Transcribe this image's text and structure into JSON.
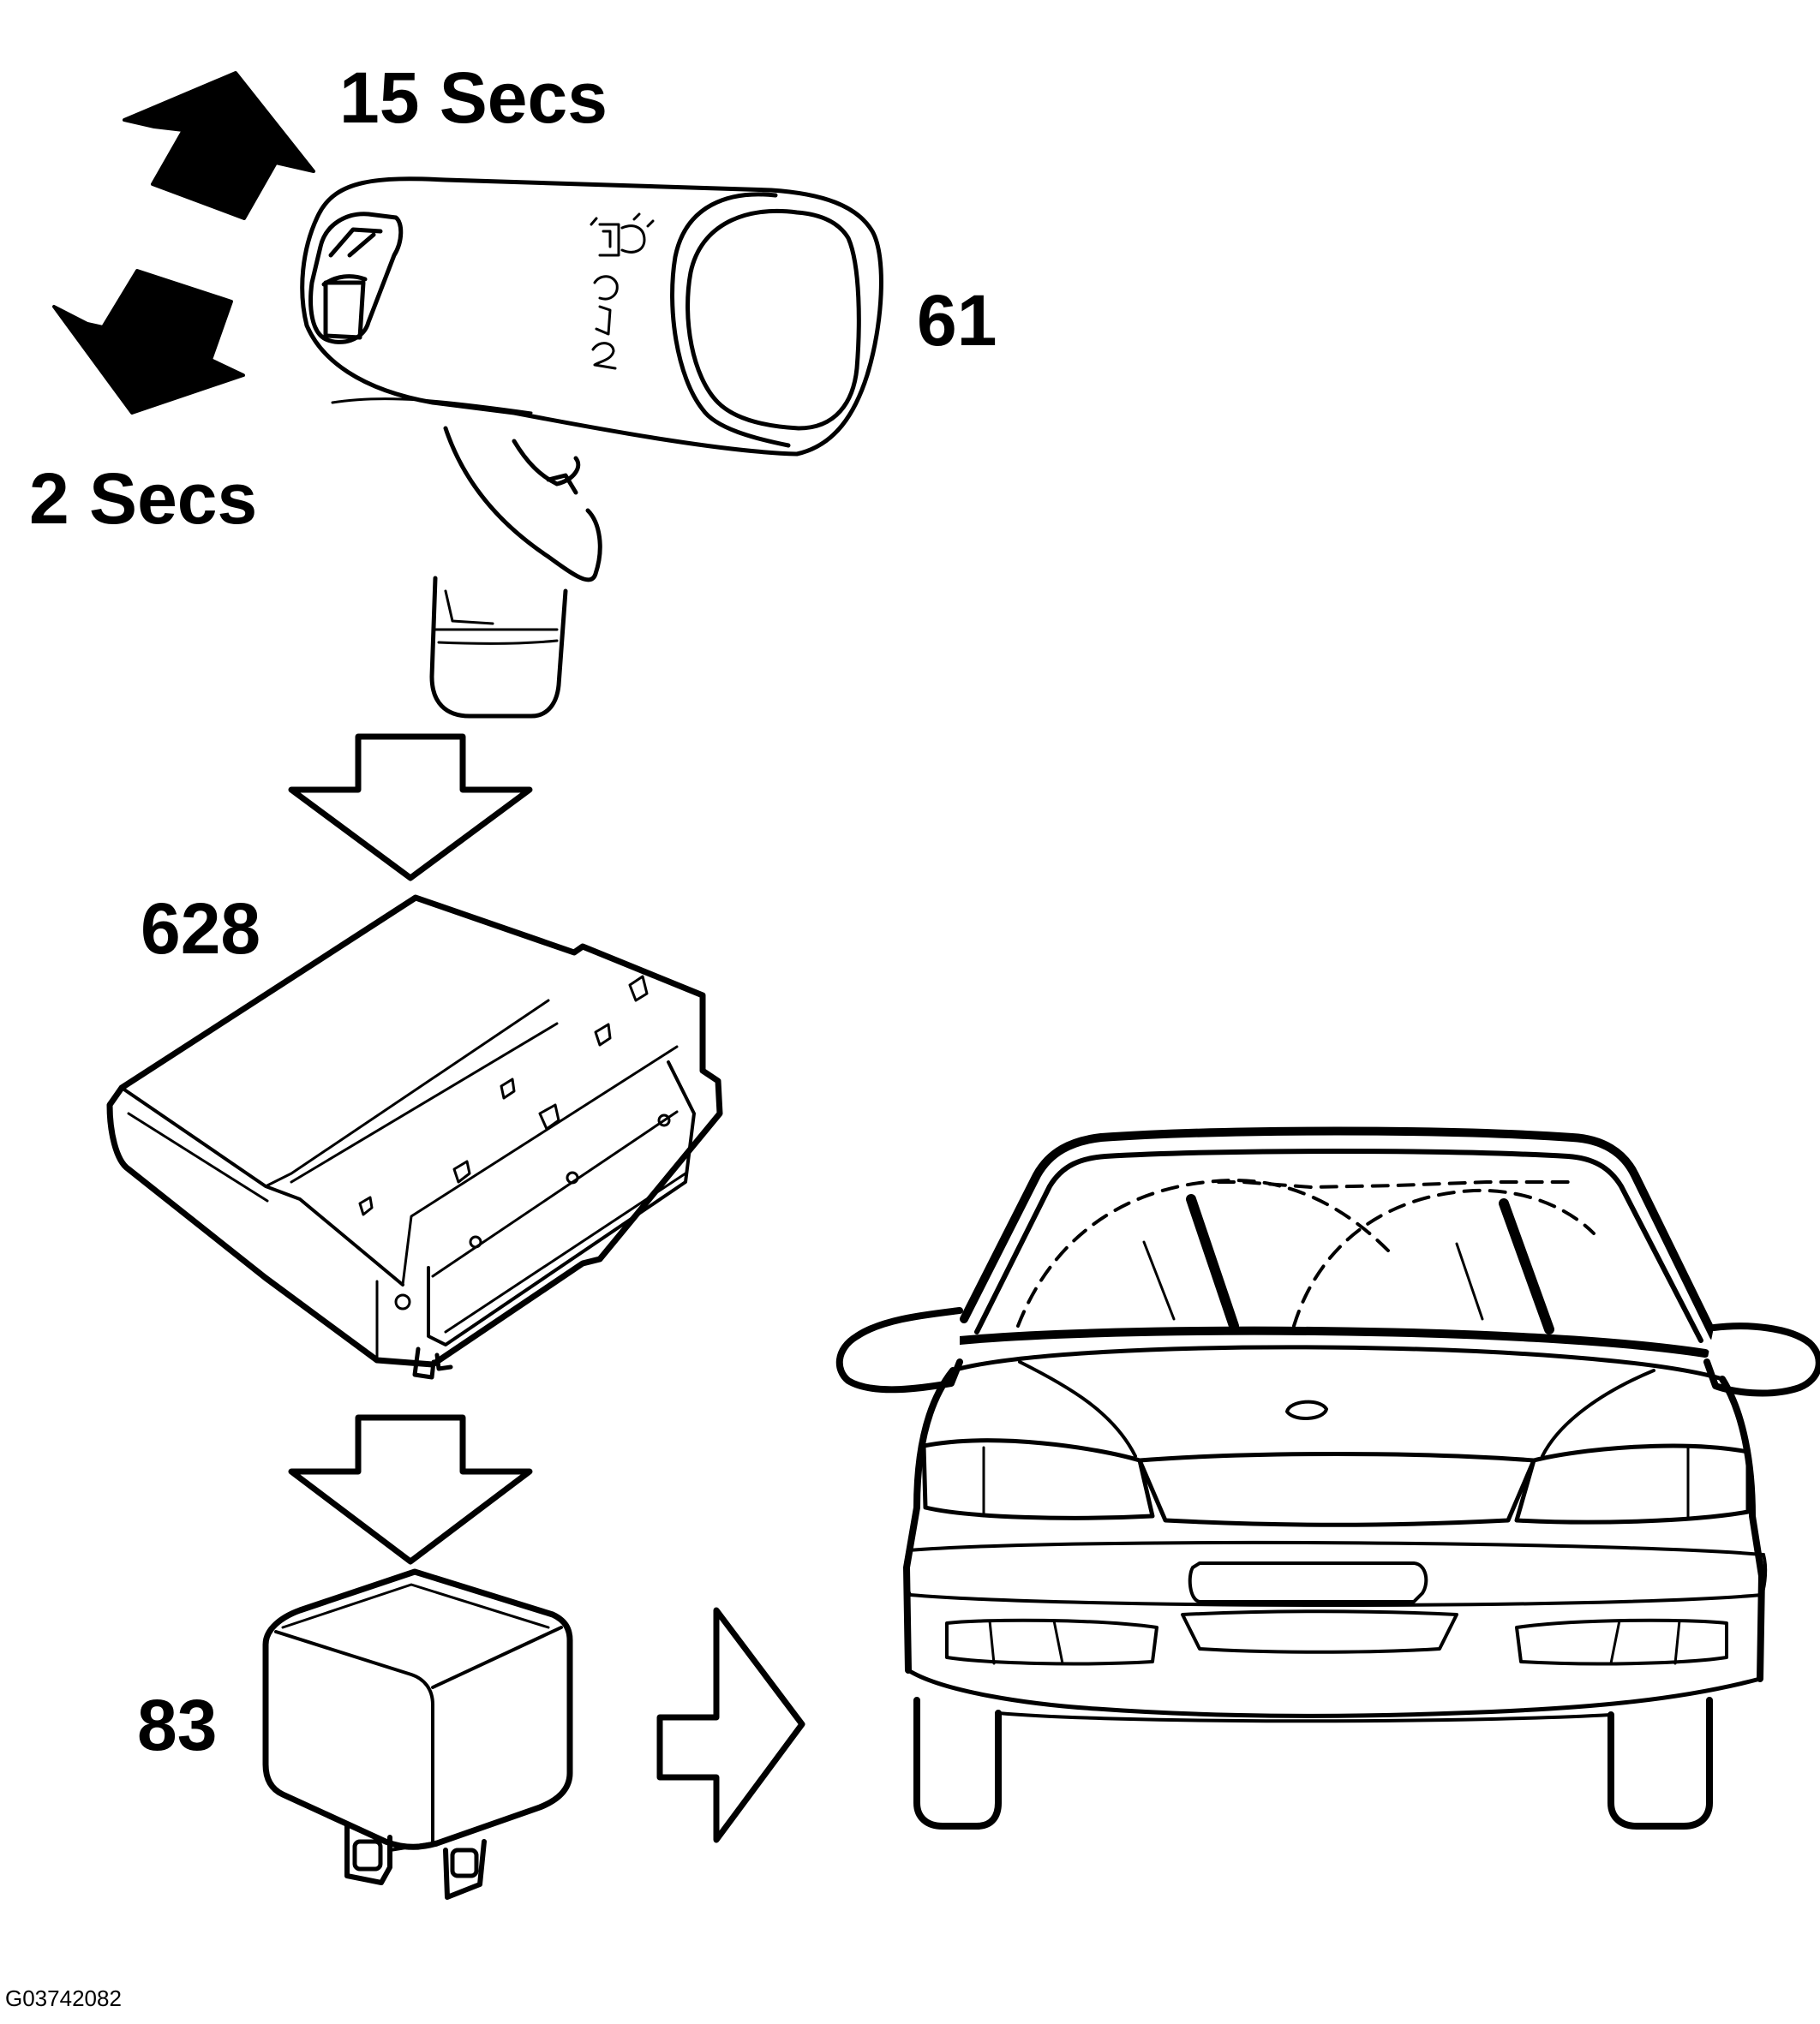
{
  "labels": {
    "long_press": "15 Secs",
    "short_press": "2 Secs",
    "stalk_switch": "61",
    "control_module": "628",
    "relay": "83",
    "figure_code": "G03742082"
  },
  "stalk_markings": {
    "positions": [
      "0",
      "I",
      "2"
    ]
  },
  "icons": {
    "arrow_up": "arrow-up-icon",
    "arrow_down": "arrow-down-icon",
    "flow_down": "hollow-arrow-down-icon",
    "flow_right": "hollow-arrow-right-icon",
    "washer": "washer-icon"
  },
  "colors": {
    "ink": "#000000",
    "paper": "#ffffff"
  }
}
